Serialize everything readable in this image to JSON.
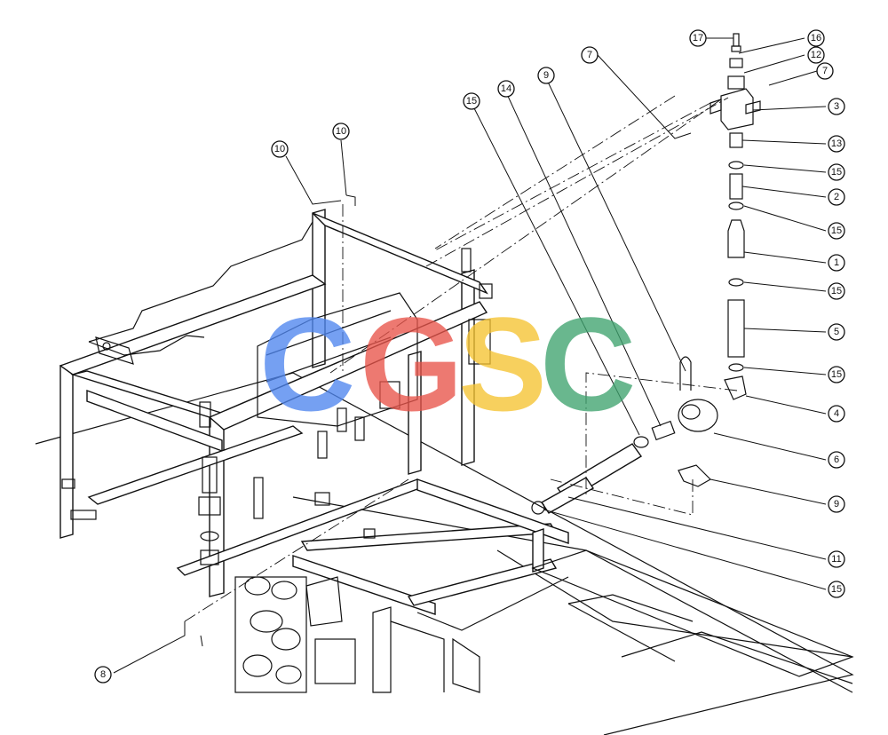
{
  "diagram": {
    "callouts": [
      {
        "id": "c17",
        "label": "17"
      },
      {
        "id": "c16",
        "label": "16"
      },
      {
        "id": "c12",
        "label": "12"
      },
      {
        "id": "c7a",
        "label": "7"
      },
      {
        "id": "c7b",
        "label": "7"
      },
      {
        "id": "c3",
        "label": "3"
      },
      {
        "id": "c13",
        "label": "13"
      },
      {
        "id": "c15a",
        "label": "15"
      },
      {
        "id": "c2",
        "label": "2"
      },
      {
        "id": "c15b",
        "label": "15"
      },
      {
        "id": "c1",
        "label": "1"
      },
      {
        "id": "c15c",
        "label": "15"
      },
      {
        "id": "c5",
        "label": "5"
      },
      {
        "id": "c15d",
        "label": "15"
      },
      {
        "id": "c4",
        "label": "4"
      },
      {
        "id": "c6",
        "label": "6"
      },
      {
        "id": "c9b",
        "label": "9"
      },
      {
        "id": "c11",
        "label": "11"
      },
      {
        "id": "c15e",
        "label": "15"
      },
      {
        "id": "c9a",
        "label": "9"
      },
      {
        "id": "c14",
        "label": "14"
      },
      {
        "id": "c15f",
        "label": "15"
      },
      {
        "id": "c10a",
        "label": "10"
      },
      {
        "id": "c10b",
        "label": "10"
      },
      {
        "id": "c8",
        "label": "8"
      }
    ],
    "watermark": {
      "letters": [
        "C",
        "G",
        "S",
        "C"
      ],
      "colors": [
        "#4f86ef",
        "#e8544a",
        "#f6c332",
        "#3fa46f"
      ]
    }
  }
}
